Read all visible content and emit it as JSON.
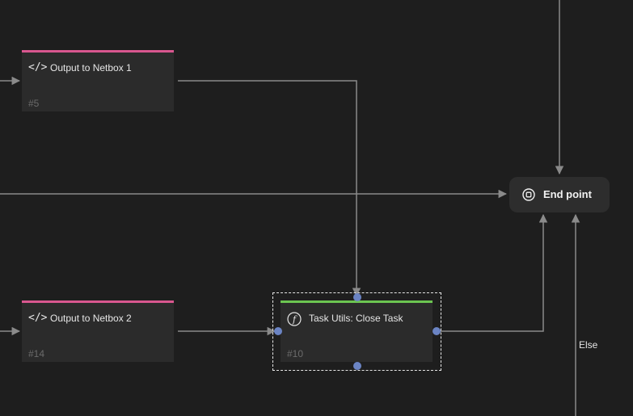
{
  "nodes": [
    {
      "title": "Output to Netbox 1",
      "id_label": "#5",
      "icon": "code-icon",
      "accent": "#d9578f"
    },
    {
      "title": "Output to Netbox 2",
      "id_label": "#14",
      "icon": "code-icon",
      "accent": "#d9578f"
    },
    {
      "title": "Task Utils: Close Task",
      "id_label": "#10",
      "icon": "function-icon",
      "accent": "#6cc551"
    }
  ],
  "endpoint": {
    "label": "End point",
    "icon": "stop-circle-icon"
  },
  "edge_labels": {
    "else": "Else"
  },
  "colors": {
    "background": "#1e1e1e",
    "edge": "#8a8a8a",
    "port": "#6b84c4"
  }
}
